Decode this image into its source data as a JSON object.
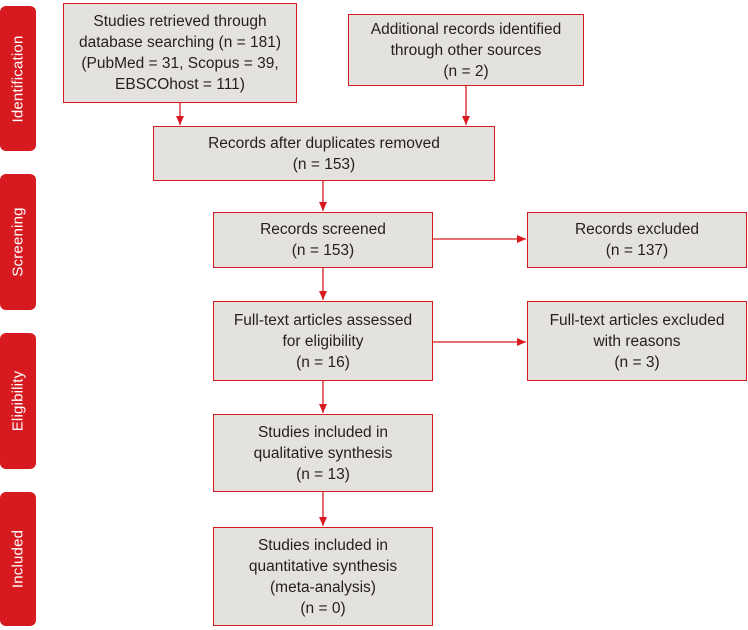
{
  "colors": {
    "accent": "#d71920",
    "box_fill": "#e4e2df",
    "text": "#231f20"
  },
  "phases": {
    "identification": "Identification",
    "screening": "Screening",
    "eligibility": "Eligibility",
    "included": "Included"
  },
  "boxes": {
    "database_search": [
      "Studies retrieved through",
      "database searching (n = 181)",
      "(PubMed = 31, Scopus = 39,",
      "EBSCOhost = 111)"
    ],
    "other_sources": [
      "Additional records identified",
      "through other sources",
      "(n = 2)"
    ],
    "duplicates_removed": [
      "Records after duplicates removed",
      "(n = 153)"
    ],
    "records_screened": [
      "Records screened",
      "(n = 153)"
    ],
    "records_excluded": [
      "Records excluded",
      "(n = 137)"
    ],
    "fulltext_assessed": [
      "Full-text articles assessed",
      "for eligibility",
      "(n = 16)"
    ],
    "fulltext_excluded": [
      "Full-text articles excluded",
      "with reasons",
      "(n = 3)"
    ],
    "qualitative": [
      "Studies included in",
      "qualitative synthesis",
      "(n = 13)"
    ],
    "quantitative": [
      "Studies included in",
      "quantitative synthesis",
      "(meta-analysis)",
      "(n = 0)"
    ]
  }
}
